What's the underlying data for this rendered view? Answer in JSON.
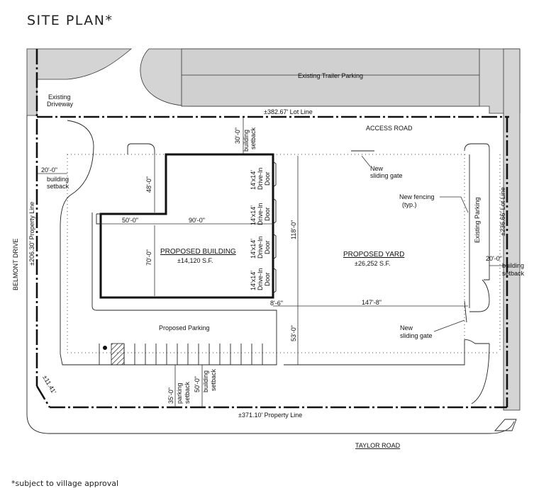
{
  "title": "SITE PLAN*",
  "footnote": "*subject to village approval",
  "labels": {
    "existing_trailer_parking": "Existing Trailer Parking",
    "existing_driveway_1": "Existing",
    "existing_driveway_2": "Driveway",
    "top_lot_line": "±382.67' Lot Line",
    "access_road": "ACCESS ROAD",
    "top_setback_dim": "30'-0\"",
    "top_setback_1": "building",
    "top_setback_2": "setback",
    "left_setback_dim": "20'-0\"",
    "left_setback_1": "building",
    "left_setback_2": "setback",
    "left_property_line": "±206.30' Property Line",
    "belmont_drive": "BELMONT DRIVE",
    "dim_48": "48'-0\"",
    "dim_50": "50'-0\"",
    "dim_90": "90'-0\"",
    "dim_70": "70'-0\"",
    "dim_118": "118'-0\"",
    "dim_8_6": "8'-6\"",
    "dim_147_8": "147'-8\"",
    "dim_53": "53'-0\"",
    "door_size": "14'x14'",
    "door_type_1": "Drive-In",
    "door_type_2": "Door",
    "building_name": "PROPOSED BUILDING",
    "building_area": "±14,120 S.F.",
    "yard_name": "PROPOSED YARD",
    "yard_area": "±26,252 S.F.",
    "new_sliding_gate_1": "New",
    "new_sliding_gate_2": "sliding gate",
    "new_fencing_1": "New fencing",
    "new_fencing_2": "(typ.)",
    "existing_parking": "Existing Parking",
    "right_lot_line": "±236.66' Lot Line",
    "right_setback_dim": "20'-0\"",
    "right_setback_1": "building",
    "right_setback_2": "setback",
    "proposed_parking": "Proposed Parking",
    "parking_setback_dim": "35'-0\"",
    "parking_setback_1": "parking",
    "parking_setback_2": "setback",
    "bottom_setback_dim": "50'-0\"",
    "bottom_setback_1": "building",
    "bottom_setback_2": "setback",
    "corner_dim": "±11.41'",
    "bottom_property_line": "±371.10' Property Line",
    "taylor_road": "TAYLOR ROAD"
  }
}
